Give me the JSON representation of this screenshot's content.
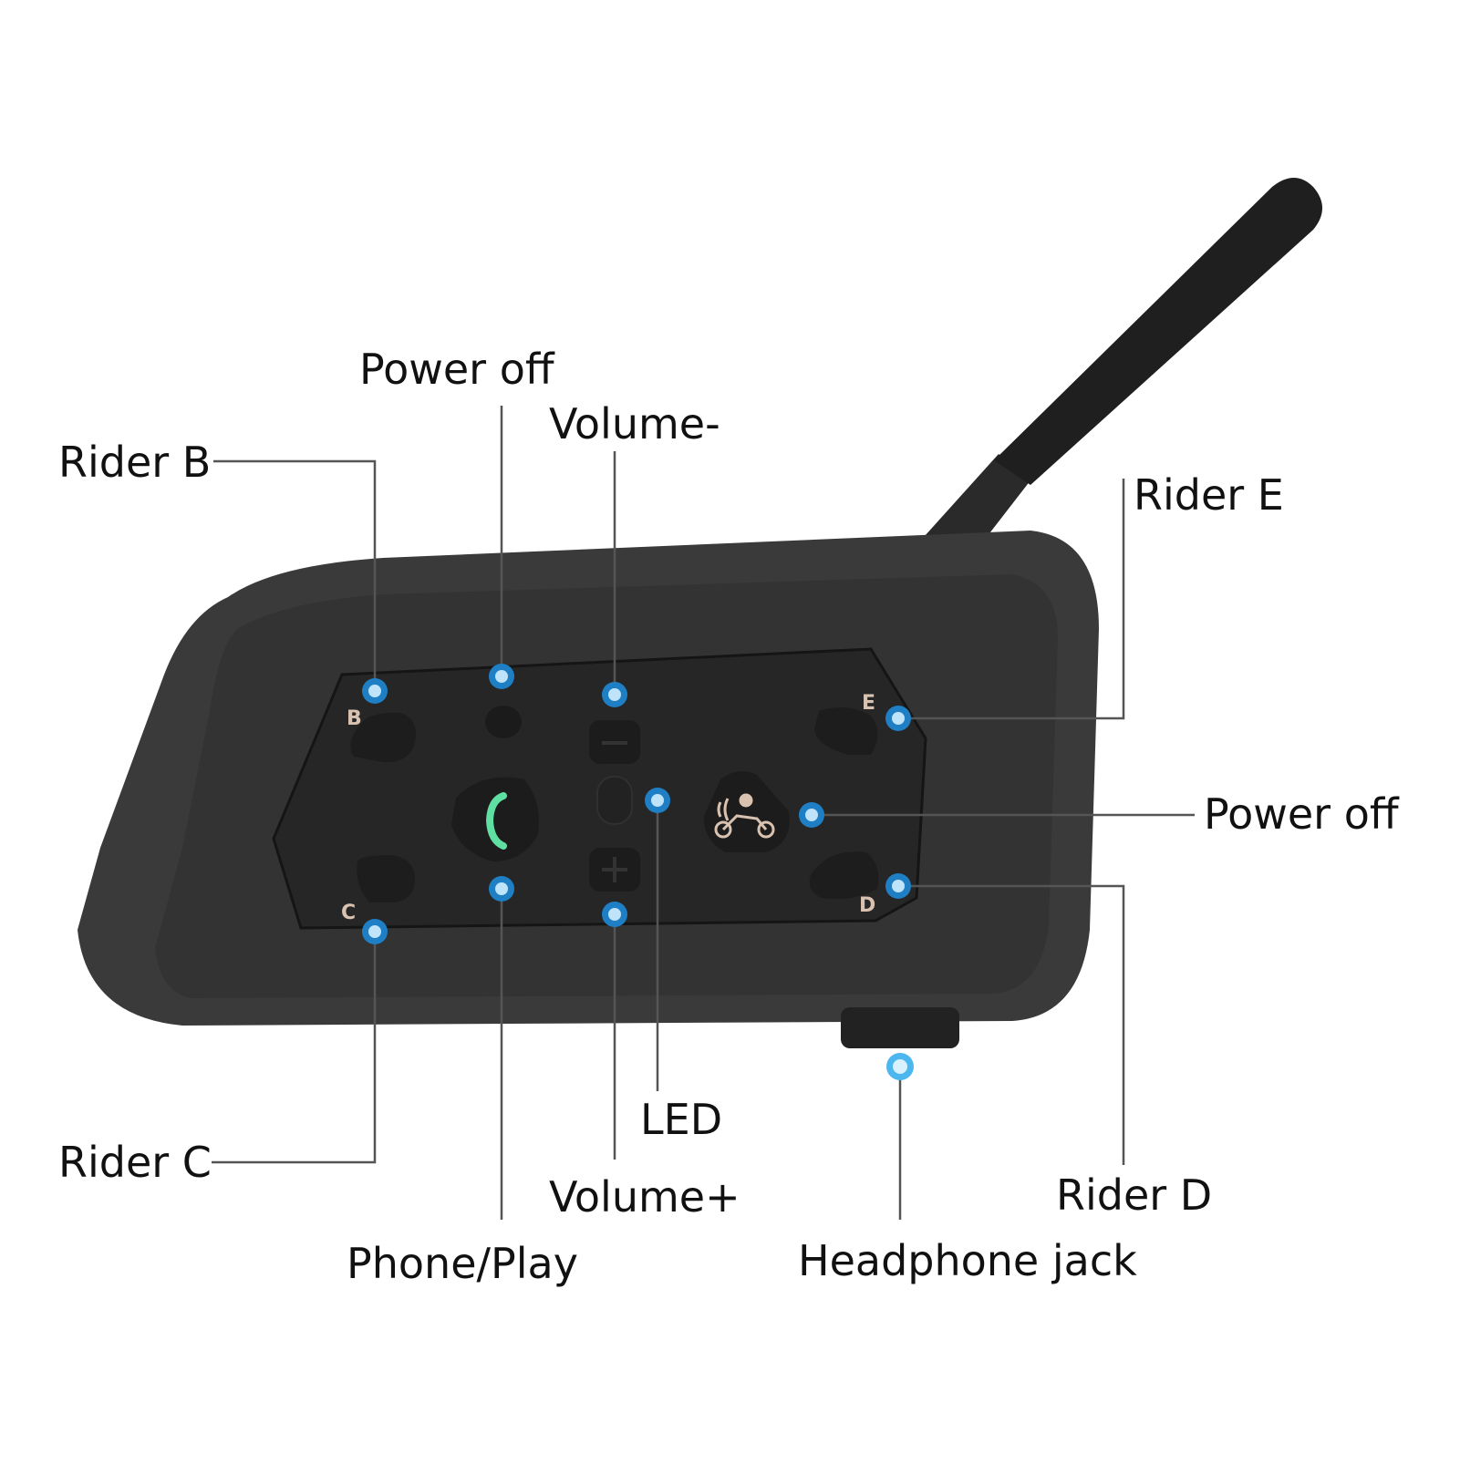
{
  "colors": {
    "background": "#ffffff",
    "body": "#3a3a3a",
    "panel": "#262626",
    "antenna": "#1f1f1f",
    "leader_line": "#555555",
    "marker_outer": "#1f7fc4",
    "marker_inner": "#bfe3f8",
    "phone_icon": "#5fe0a2",
    "letter": "#d9c2b0"
  },
  "device": {
    "key_letters": [
      "B",
      "C",
      "E",
      "D"
    ],
    "icons": {
      "phone": "phone-handset-icon",
      "motorcycle": "motorcycle-rider-icon",
      "minus": "minus-icon",
      "plus": "plus-icon"
    }
  },
  "callouts": {
    "power_off_top": "Power off",
    "volume_minus": "Volume-",
    "rider_b": "Rider B",
    "rider_e": "Rider E",
    "power_off_right": "Power off",
    "rider_c": "Rider C",
    "led": "LED",
    "volume_plus": "Volume+",
    "rider_d": "Rider D",
    "phone_play": "Phone/Play",
    "headphone_jack": "Headphone jack"
  }
}
